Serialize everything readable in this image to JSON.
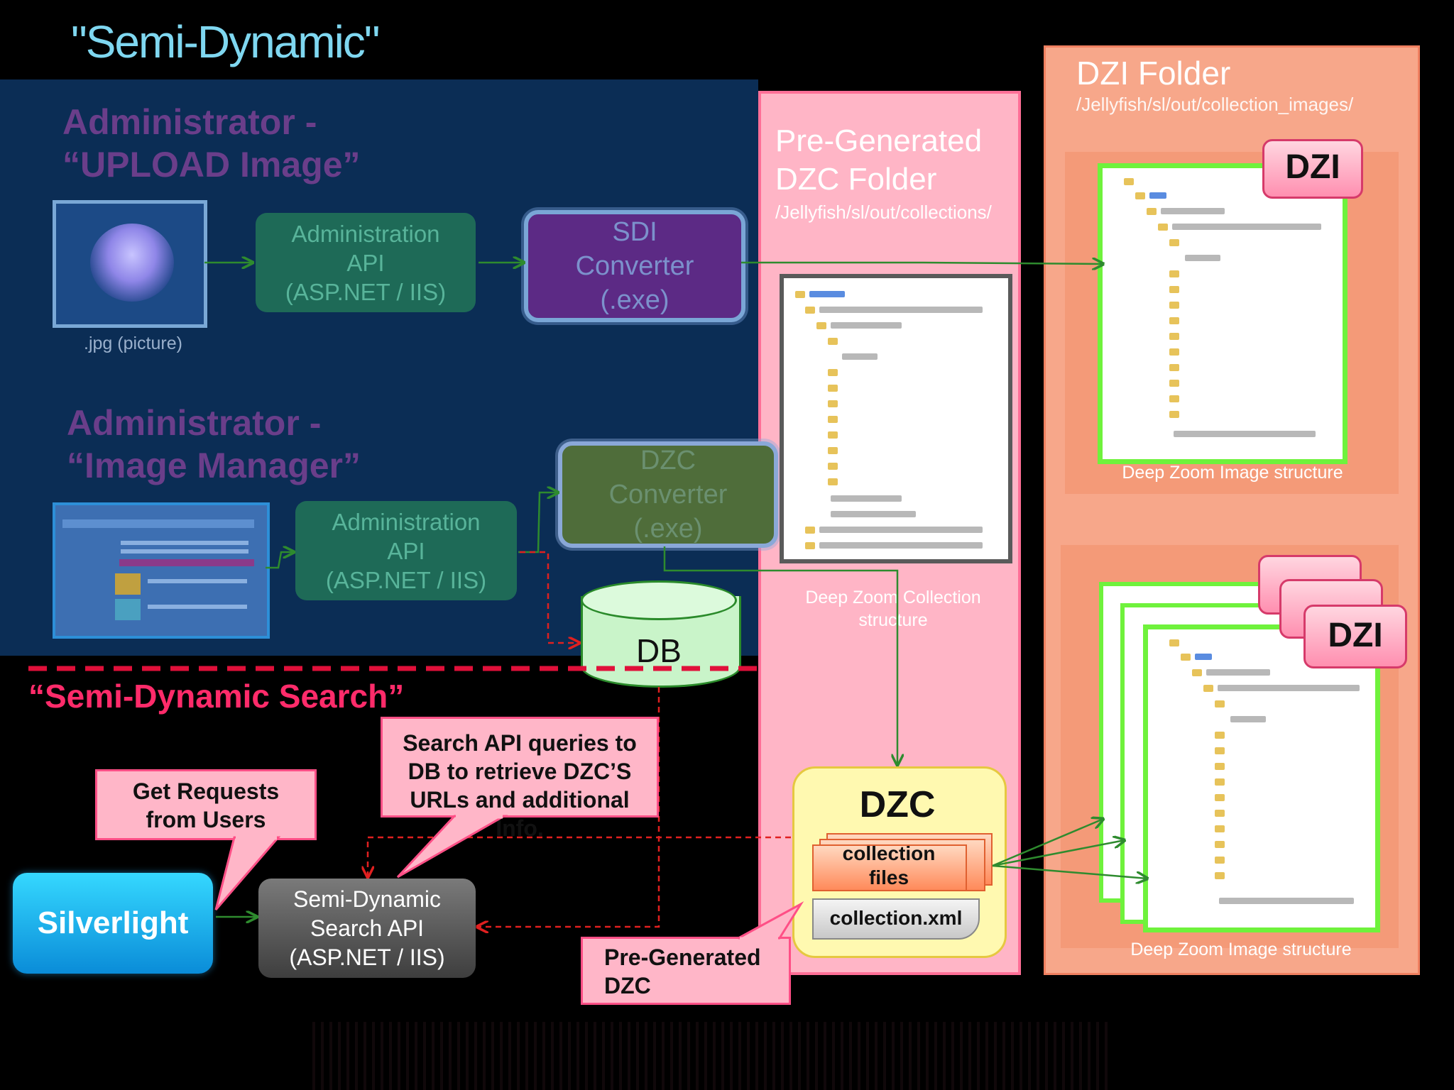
{
  "title": "\"Semi-Dynamic\"",
  "admin_upload": {
    "heading_line1": "Administrator -",
    "heading_line2": "“UPLOAD Image”",
    "picture_caption": ".jpg (picture)"
  },
  "admin_manager": {
    "heading_line1": "Administrator -",
    "heading_line2": "“Image Manager”"
  },
  "admin_api_1": {
    "line1": "Administration",
    "line2": "API",
    "line3": "(ASP.NET / IIS)"
  },
  "admin_api_2": {
    "line1": "Administration",
    "line2": "API",
    "line3": "(ASP.NET / IIS)"
  },
  "sdi_converter": {
    "line1": "SDI",
    "line2": "Converter",
    "line3": "(.exe)"
  },
  "dzc_converter": {
    "line1": "DZC",
    "line2": "Converter",
    "line3": "(.exe)"
  },
  "db": {
    "label": "DB"
  },
  "pre_generated_folder": {
    "title_line1": "Pre-Generated",
    "title_line2": "DZC Folder",
    "path": "/Jellyfish/sl/out/collections/",
    "caption_line1": "Deep Zoom  Collection",
    "caption_line2": "structure"
  },
  "dzi_folder": {
    "title": "DZI Folder",
    "path": "/Jellyfish/sl/out/collection_images/",
    "caption_top": "Deep Zoom Image structure",
    "caption_bottom": "Deep Zoom Image structure",
    "badge": "DZI"
  },
  "semi_dynamic_search": {
    "heading": "“Semi-Dynamic Search”"
  },
  "callouts": {
    "get_requests": "Get Requests from Users",
    "search_api_queries": "Search API queries to DB to retrieve DZC’S URLs and additional Info.",
    "pre_generated_dzc": "Pre-Generated DZC"
  },
  "silverlight": {
    "label": "Silverlight"
  },
  "search_api": {
    "line1": "Semi-Dynamic",
    "line2": "Search API",
    "line3": "(ASP.NET / IIS)"
  },
  "dzc": {
    "title": "DZC",
    "files_line1": "collection",
    "files_line2": "files",
    "xml": "collection.xml"
  },
  "colors": {
    "title_cyan": "#7fd7f0",
    "admin_panel": "#0b2d55",
    "search_heading": "#ff2b6a",
    "pink_panel": "#ffb5c6",
    "orange_panel": "#f7a78a",
    "silverlight": "#0a8cd8",
    "connector_green": "#2e8b2e",
    "connector_red": "#e02020"
  }
}
